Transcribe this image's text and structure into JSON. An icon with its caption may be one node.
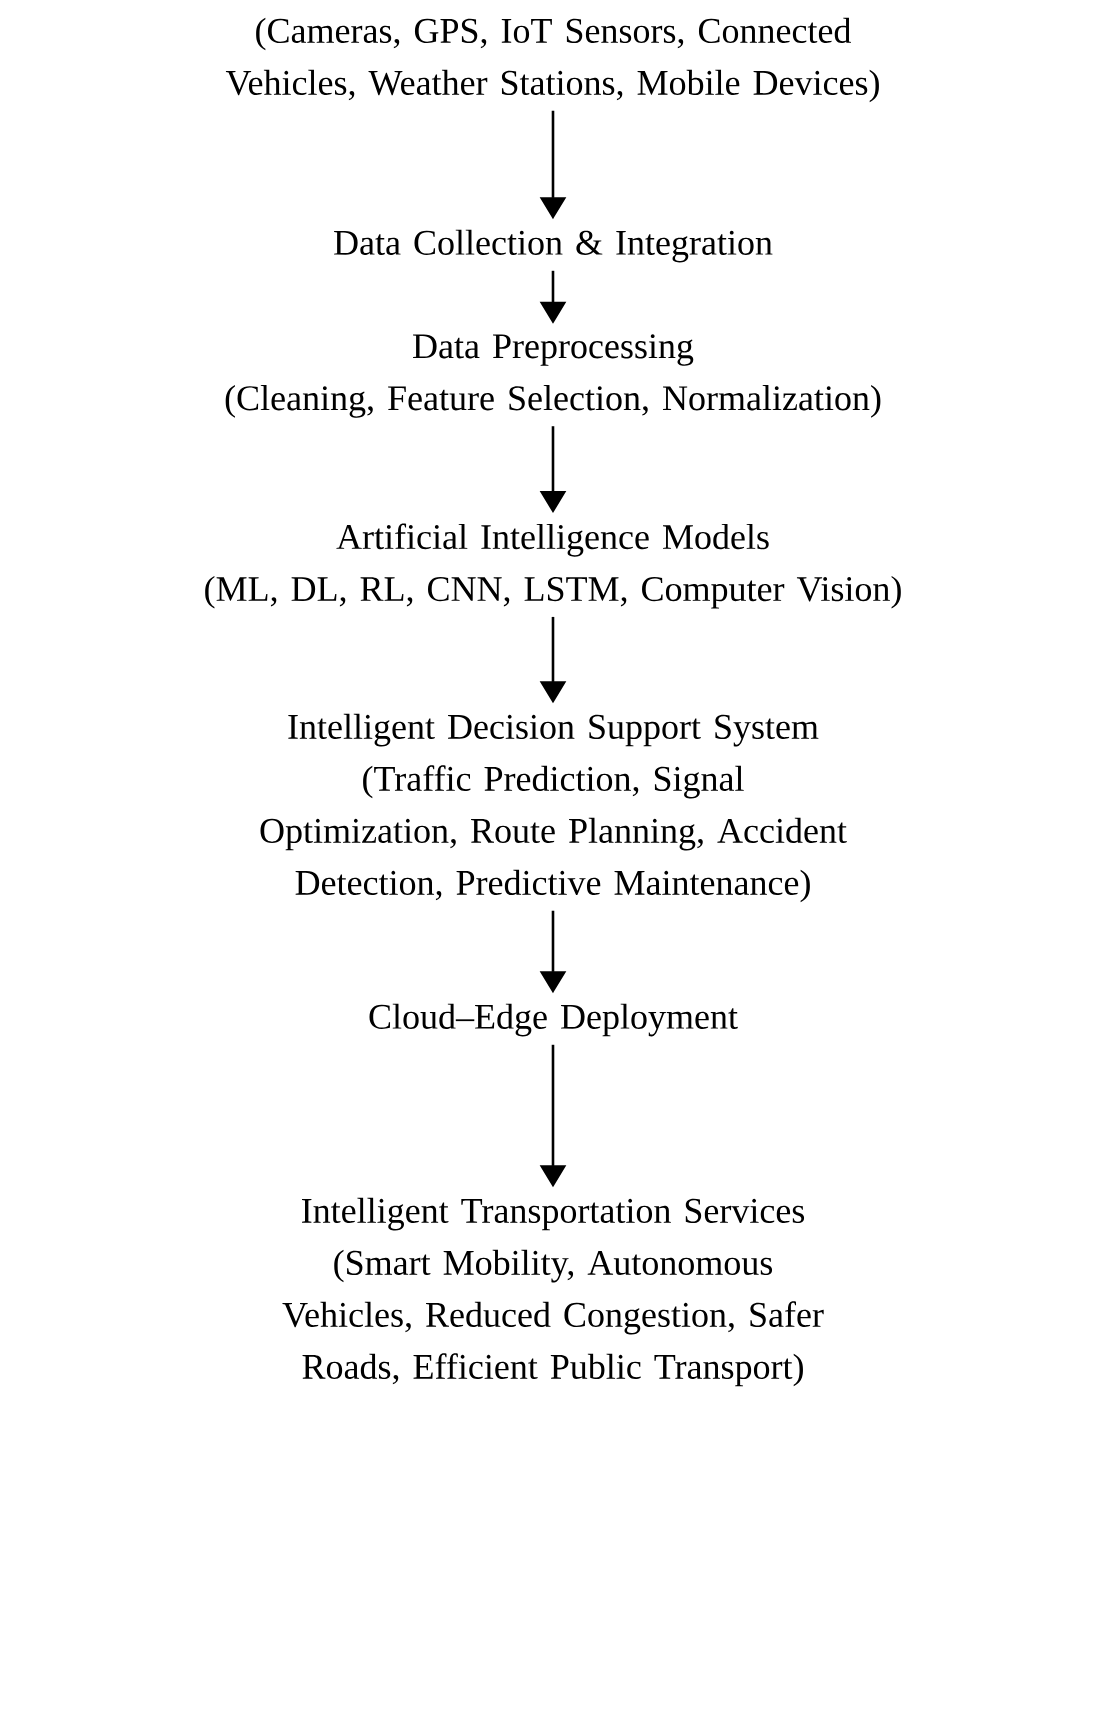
{
  "diagram": {
    "nodes": [
      {
        "text": [
          "(Cameras, GPS, IoT Sensors, Connected Vehicles, Weather Stations, Mobile Devices)"
        ]
      },
      {
        "text": [
          "Data Collection & Integration"
        ]
      },
      {
        "text": [
          "Data Preprocessing",
          "(Cleaning, Feature Selection, Normalization)"
        ]
      },
      {
        "text": [
          "Artificial Intelligence Models",
          "(ML, DL, RL, CNN, LSTM, Computer Vision)"
        ]
      },
      {
        "text": [
          "Intelligent Decision Support System",
          "(Traffic Prediction, Signal Optimization, Route Planning, Accident Detection, Predictive Maintenance)"
        ]
      },
      {
        "text": [
          "Cloud–Edge Deployment"
        ]
      },
      {
        "text": [
          "Intelligent Transportation Services",
          "(Smart Mobility, Autonomous Vehicles, Reduced Congestion, Safer Roads, Efficient Public Transport)"
        ]
      }
    ],
    "edges": [
      {
        "from": 0,
        "to": 1,
        "arrow": "to"
      },
      {
        "from": 1,
        "to": 2,
        "arrow": "to"
      },
      {
        "from": 2,
        "to": 3,
        "arrow": "to"
      },
      {
        "from": 3,
        "to": 4,
        "arrow": "to"
      },
      {
        "from": 4,
        "to": 5,
        "arrow": "to"
      },
      {
        "from": 5,
        "to": 6,
        "arrow": "to"
      }
    ]
  }
}
